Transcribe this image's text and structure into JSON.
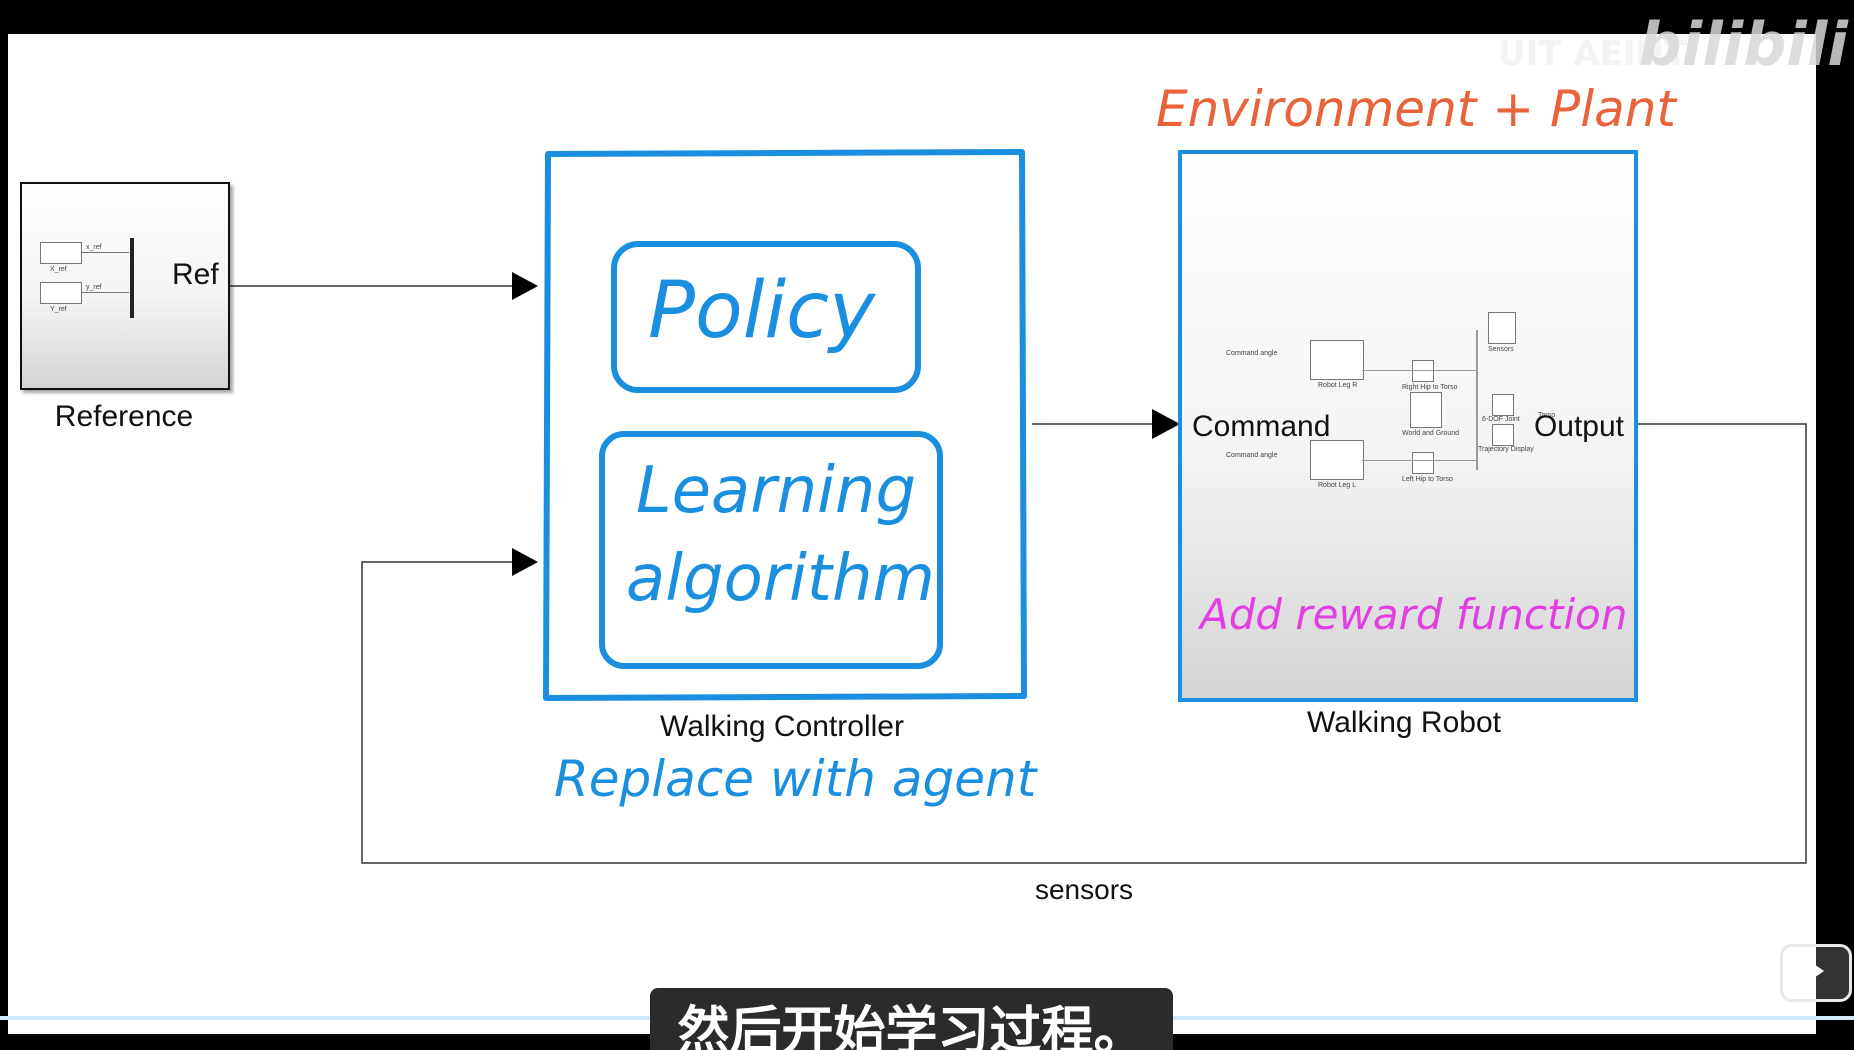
{
  "watermark": {
    "site_logo": "bilibili",
    "uploader_mark": "UIT AEIHT"
  },
  "diagram": {
    "reference_block": {
      "caption": "Reference",
      "port_out": "Ref",
      "inner": {
        "x_label": "X_ref",
        "y_label": "Y_ref",
        "x_signal": "x_ref",
        "y_signal": "y_ref"
      }
    },
    "controller_block": {
      "caption": "Walking Controller",
      "policy_label": "Policy",
      "learning_label_line1": "Learning",
      "learning_label_line2": "algorithm"
    },
    "robot_block": {
      "caption": "Walking Robot",
      "port_in": "Command",
      "port_out": "Output",
      "inner": {
        "cmd_angle_r": "Command angle",
        "cmd_angle_l": "Command angle",
        "leg_r": "Robot Leg R",
        "leg_l": "Robot Leg L",
        "hip_r": "Right Hip to Torso",
        "hip_l": "Left Hip to Torso",
        "world": "World and Ground",
        "sensors": "Sensors",
        "sixdof": "6-DOF Joint",
        "traj": "Trajectory Display",
        "torso": "Torso"
      }
    },
    "feedback_label": "sensors"
  },
  "annotations": {
    "env_plant": "Environment + Plant",
    "replace_agent": "Replace with agent",
    "add_reward": "Add reward function",
    "colors": {
      "blue": "#1a8fe0",
      "orange": "#e8623a",
      "magenta": "#e23fe2"
    }
  },
  "subtitle": "然后开始学习过程。",
  "controls": {
    "play_icon": "play-icon"
  }
}
